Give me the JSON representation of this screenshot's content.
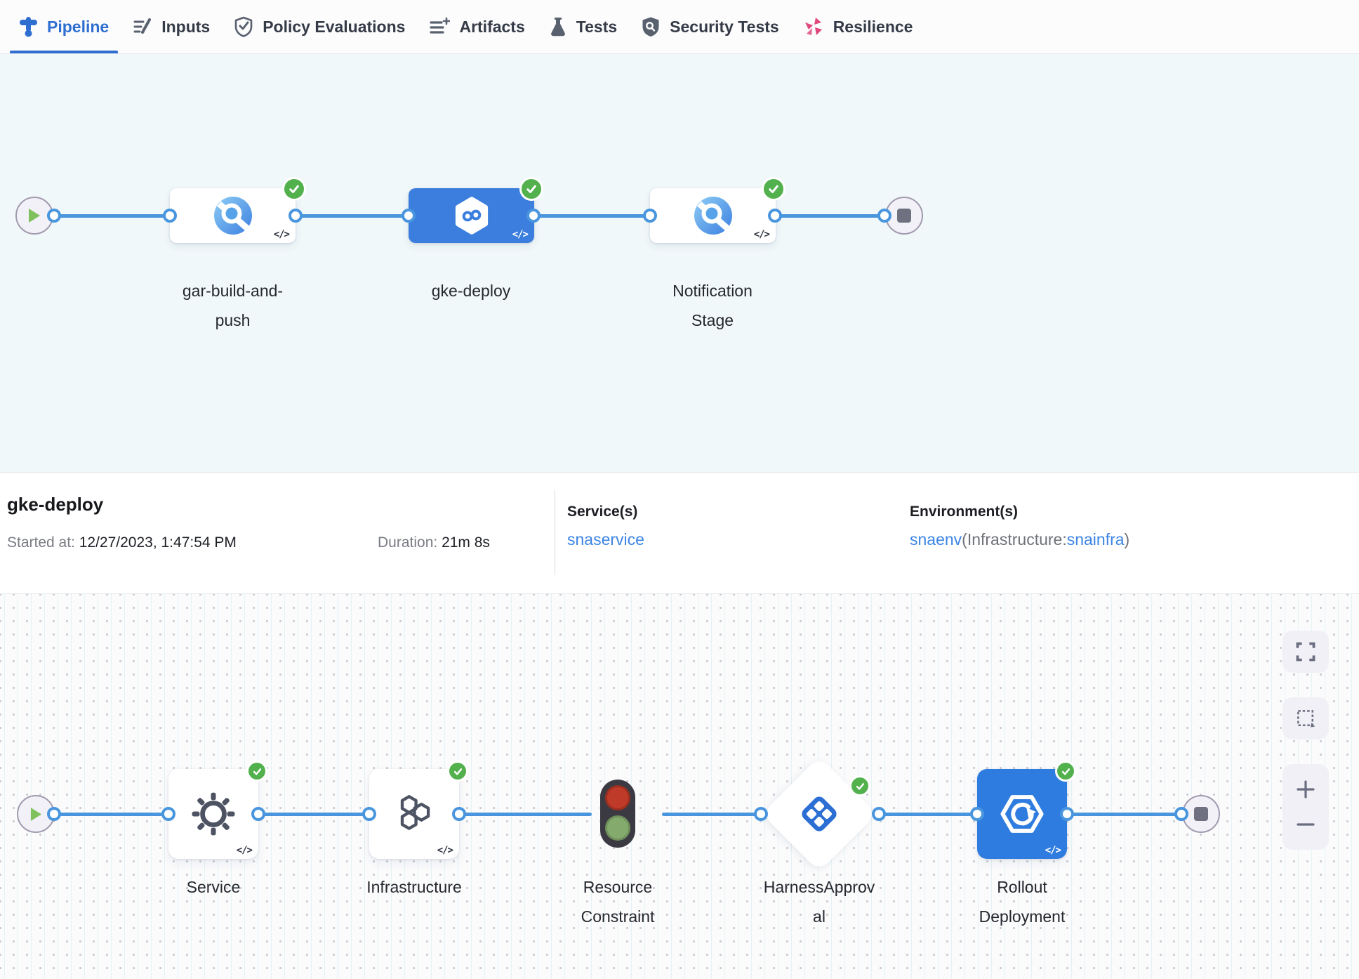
{
  "tabs": [
    {
      "label": "Pipeline",
      "active": true,
      "icon": "pipeline-icon"
    },
    {
      "label": "Inputs",
      "active": false,
      "icon": "inputs-icon"
    },
    {
      "label": "Policy Evaluations",
      "active": false,
      "icon": "policy-shield-icon"
    },
    {
      "label": "Artifacts",
      "active": false,
      "icon": "artifacts-icon"
    },
    {
      "label": "Tests",
      "active": false,
      "icon": "flask-icon"
    },
    {
      "label": "Security Tests",
      "active": false,
      "icon": "security-shield-icon"
    },
    {
      "label": "Resilience",
      "active": false,
      "icon": "resilience-icon"
    }
  ],
  "stage_graph": {
    "stages": [
      {
        "name": "gar-build-and-push",
        "status": "success",
        "selected": false
      },
      {
        "name": "gke-deploy",
        "status": "success",
        "selected": true
      },
      {
        "name": "Notification Stage",
        "status": "success",
        "selected": false
      }
    ]
  },
  "details": {
    "title": "gke-deploy",
    "started_label": "Started at:",
    "started_value": "12/27/2023, 1:47:54 PM",
    "duration_label": "Duration:",
    "duration_value": "21m 8s",
    "services_label": "Service(s)",
    "service_name": "snaservice",
    "environments_label": "Environment(s)",
    "environment_name": "snaenv",
    "infra_prefix": "(Infrastructure:",
    "infra_name": "snainfra",
    "infra_suffix": ")"
  },
  "execution_graph": {
    "steps": [
      {
        "name": "Service",
        "status": "success"
      },
      {
        "name": "Infrastructure",
        "status": "success"
      },
      {
        "name": "Resource Constraint",
        "status": "none"
      },
      {
        "name": "HarnessApproval",
        "status": "success"
      },
      {
        "name": "Rollout Deployment",
        "status": "success"
      }
    ]
  },
  "glyphs": {
    "code": "</>"
  },
  "colors": {
    "accent": "#2e6ed1",
    "link": "#3d85e4",
    "success": "#52b14d",
    "connector": "#4a96de",
    "stage_blue": "#3b7ede",
    "step_blue": "#2f7ce0",
    "resilience_pink": "#e0487e",
    "canvas_top": "#f1f8fa"
  }
}
